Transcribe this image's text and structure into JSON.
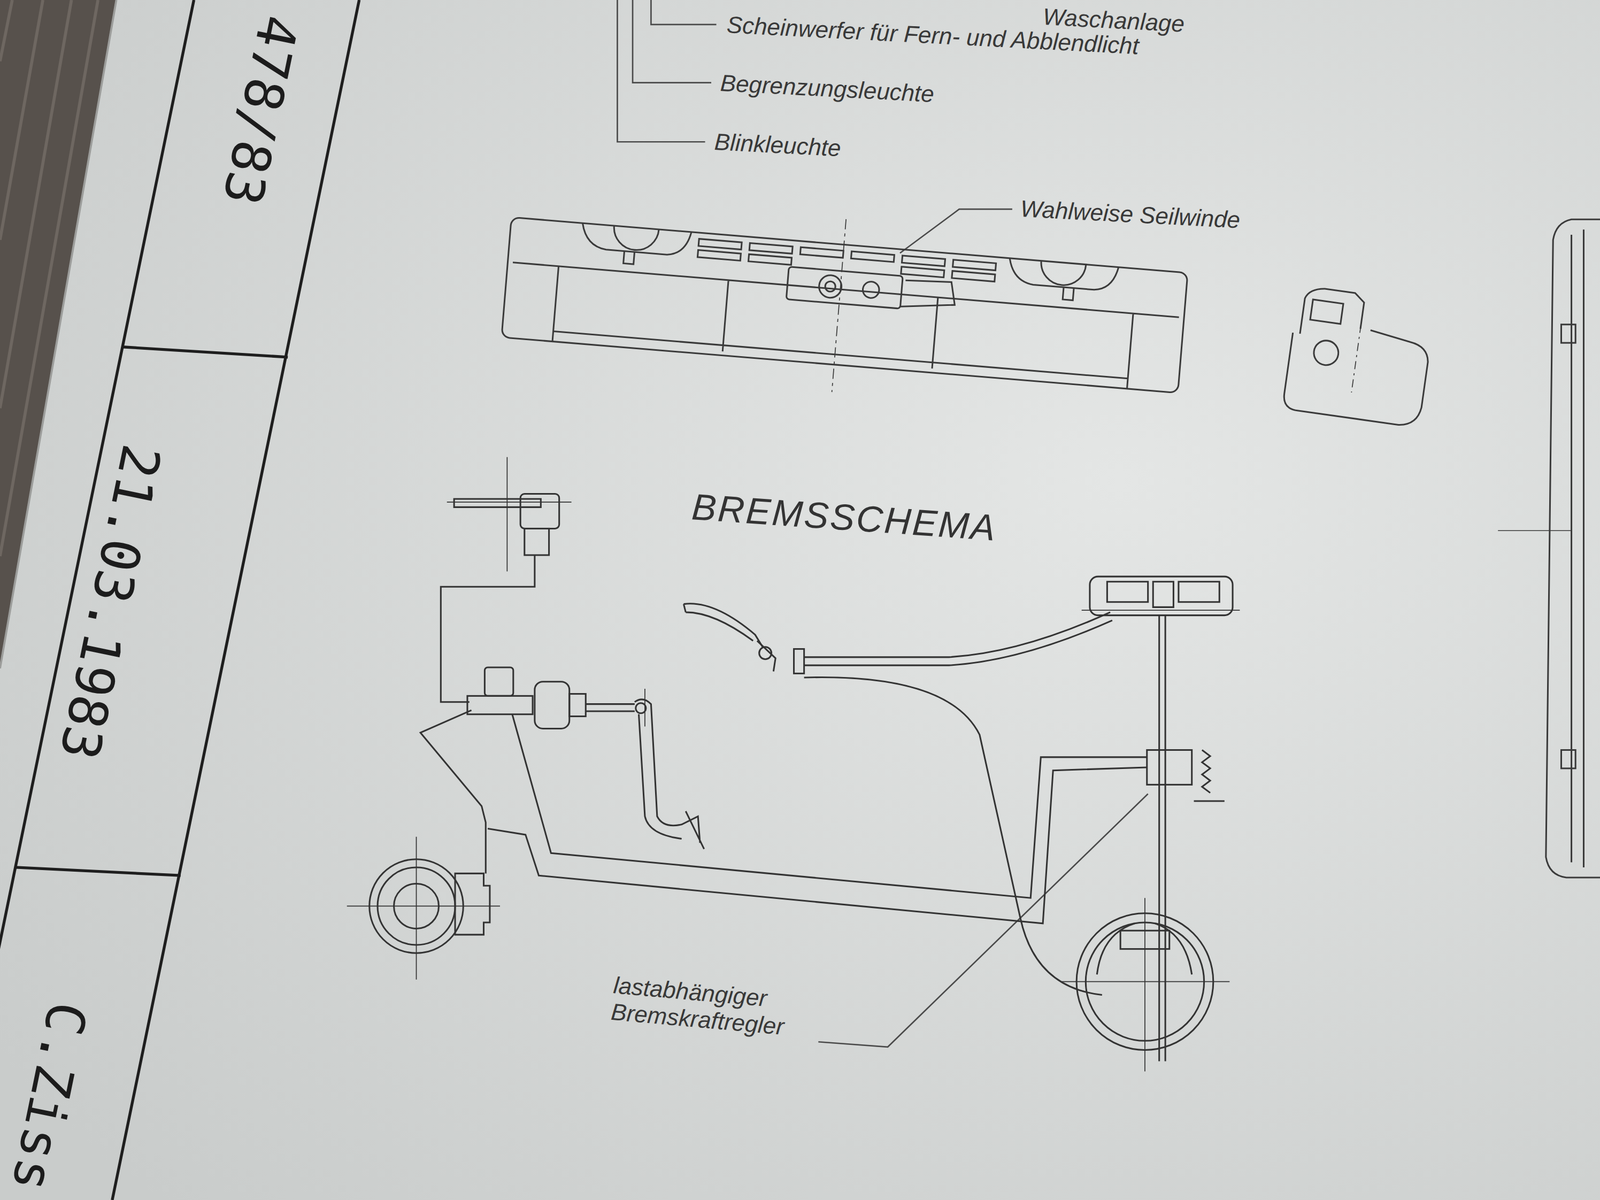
{
  "diagram": {
    "title": "BREMSSCHEMA",
    "labels": [
      "Waschanlage",
      "Scheinwerfer für Fern- und Abblendlicht",
      "Begrenzungsleuchte",
      "Blinkleuchte",
      "Wahlweise Seilwinde",
      "lastabhängiger Bremskraftregler",
      "478/83",
      "21.03.1983",
      "C.Ziss"
    ]
  }
}
